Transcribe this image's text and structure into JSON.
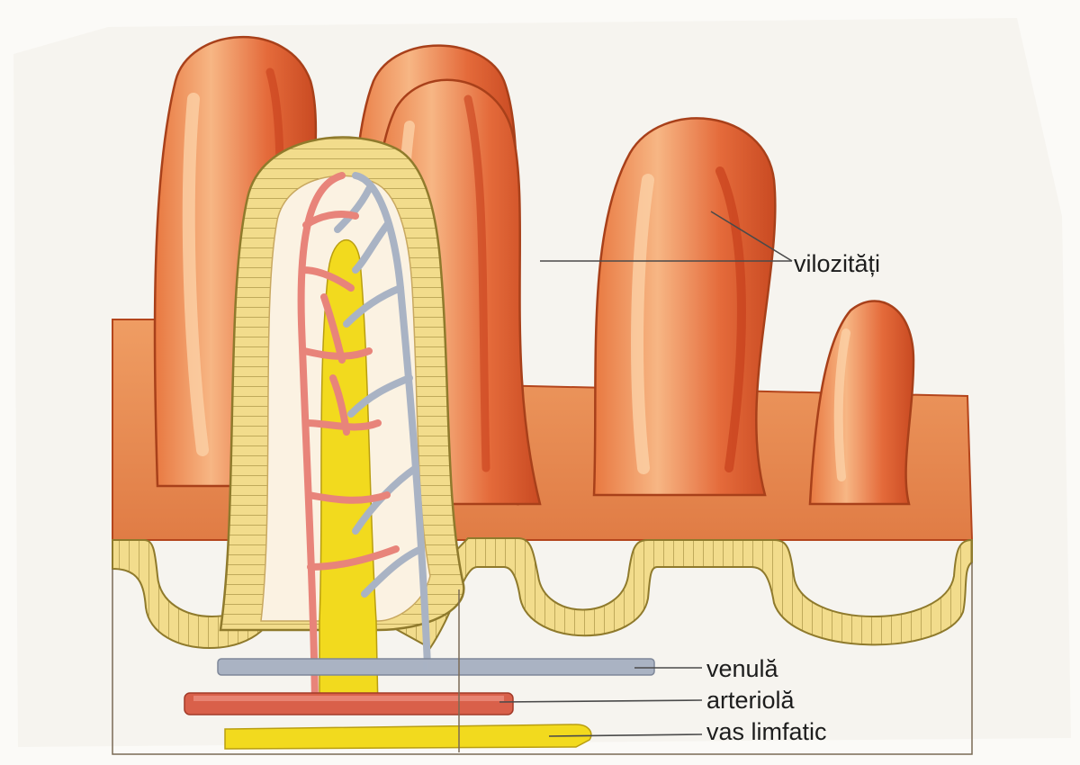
{
  "labels": {
    "villi": "vilozități",
    "venule": "venulă",
    "arteriole": "arteriolă",
    "lymph_vessel": "vas limfatic"
  },
  "colors": {
    "villus_tissue": "#ec9a5c",
    "villus_shadow": "#d9542a",
    "epithelium": "#f0dc90",
    "capillary_arterial": "#e87a6a",
    "capillary_venous": "#a9b3c4",
    "lacteal": "#f2da1e",
    "background": "#fbfaf7"
  }
}
